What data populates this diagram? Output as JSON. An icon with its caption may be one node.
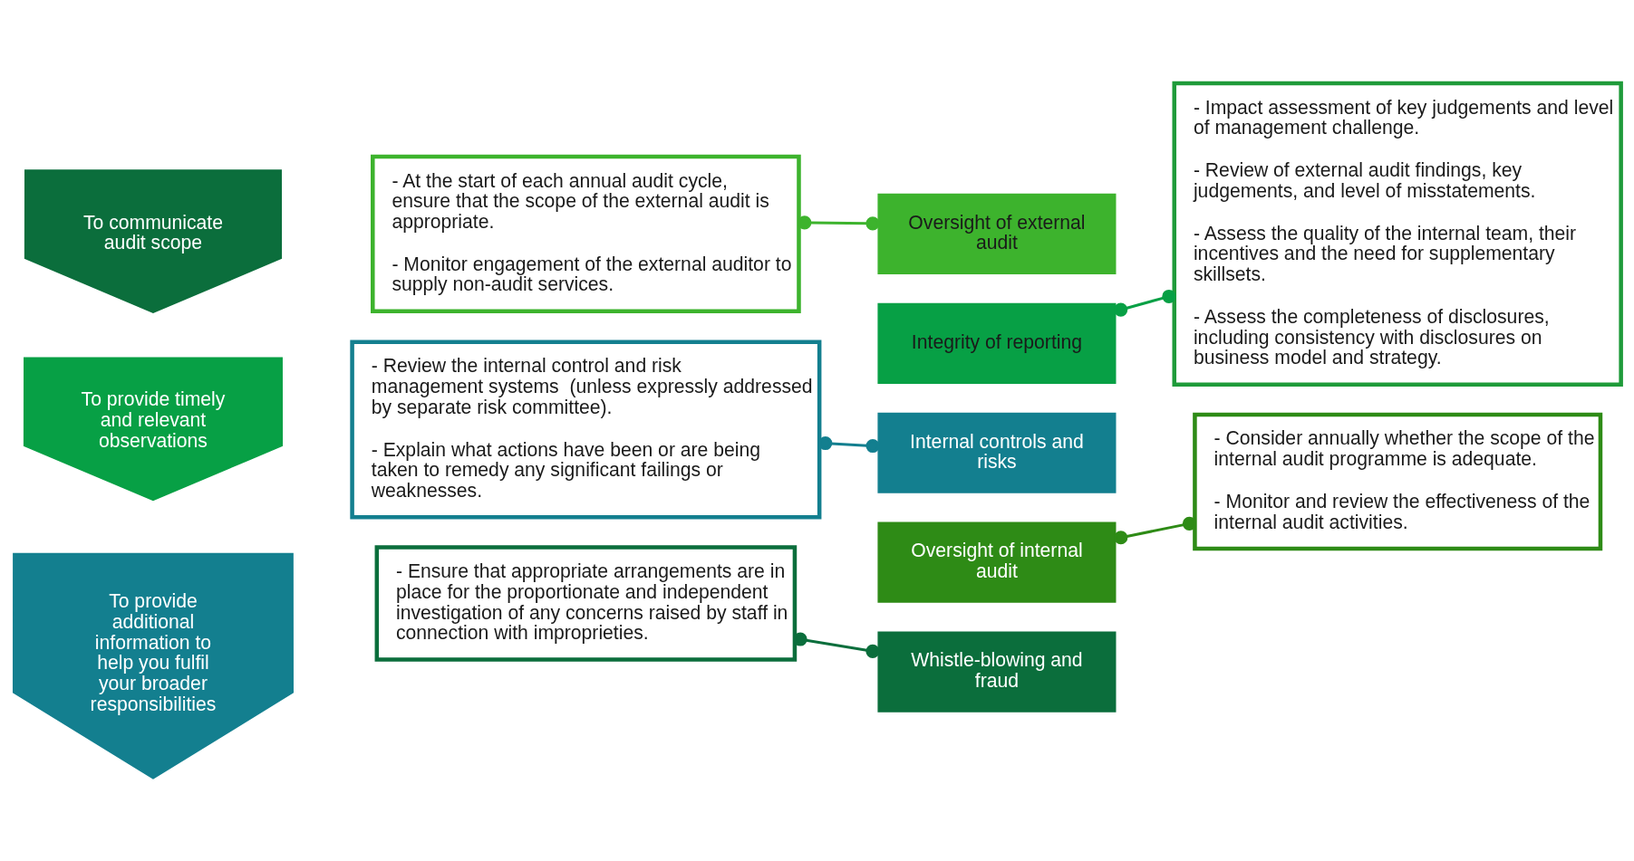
{
  "diagram": {
    "nodes": [
      {
        "text": [
          "To communicate audit scope"
        ]
      },
      {
        "text": [
          "To provide timely and relevant observations"
        ]
      },
      {
        "text": [
          "To provide additional information to help you fulfil your broader responsibilities"
        ]
      },
      {
        "text": [
          "- At the start of each annual audit cycle, ensure that the scope of the external audit is appropriate.",
          "- Monitor engagement of the external auditor to supply non-audit services."
        ]
      },
      {
        "text": [
          "Oversight of external audit"
        ]
      },
      {
        "text": [
          "Integrity of reporting"
        ]
      },
      {
        "text": [
          "- Impact assessment of key judgements and level of management challenge.",
          "- Review of external audit findings, key judgements, and level of misstatements.",
          "- Assess the quality of the internal team, their incentives and the need for supplementary skillsets.",
          "- Assess the completeness of disclosures, including consistency with disclosures on business model and strategy."
        ]
      },
      {
        "text": [
          "Internal controls and risks"
        ]
      },
      {
        "text": [
          "- Review the internal control and risk management systems  (unless expressly addressed by separate risk committee).",
          "- Explain what actions have been or are being taken to remedy any significant failings or weaknesses."
        ]
      },
      {
        "text": [
          "Oversight of internal audit"
        ]
      },
      {
        "text": [
          "- Consider annually whether the scope of the internal audit programme is adequate.",
          "- Monitor and review the effectiveness of the internal audit activities."
        ]
      },
      {
        "text": [
          "Whistle-blowing and fraud"
        ]
      },
      {
        "text": [
          "- Ensure that appropriate arrangements are in place for the proportionate and independent investigation of any concerns raised by staff in connection with improprieties."
        ]
      }
    ],
    "edges": [
      {
        "from": 4,
        "to": 3,
        "arrow": "other",
        "color": "#3db32d"
      },
      {
        "from": 5,
        "to": 6,
        "arrow": "other",
        "color": "#07a045"
      },
      {
        "from": 7,
        "to": 8,
        "arrow": "other",
        "color": "#137f8f"
      },
      {
        "from": 9,
        "to": 10,
        "arrow": "other",
        "color": "#2e8b16"
      },
      {
        "from": 11,
        "to": 12,
        "arrow": "other",
        "color": "#0b6e3c"
      }
    ]
  }
}
